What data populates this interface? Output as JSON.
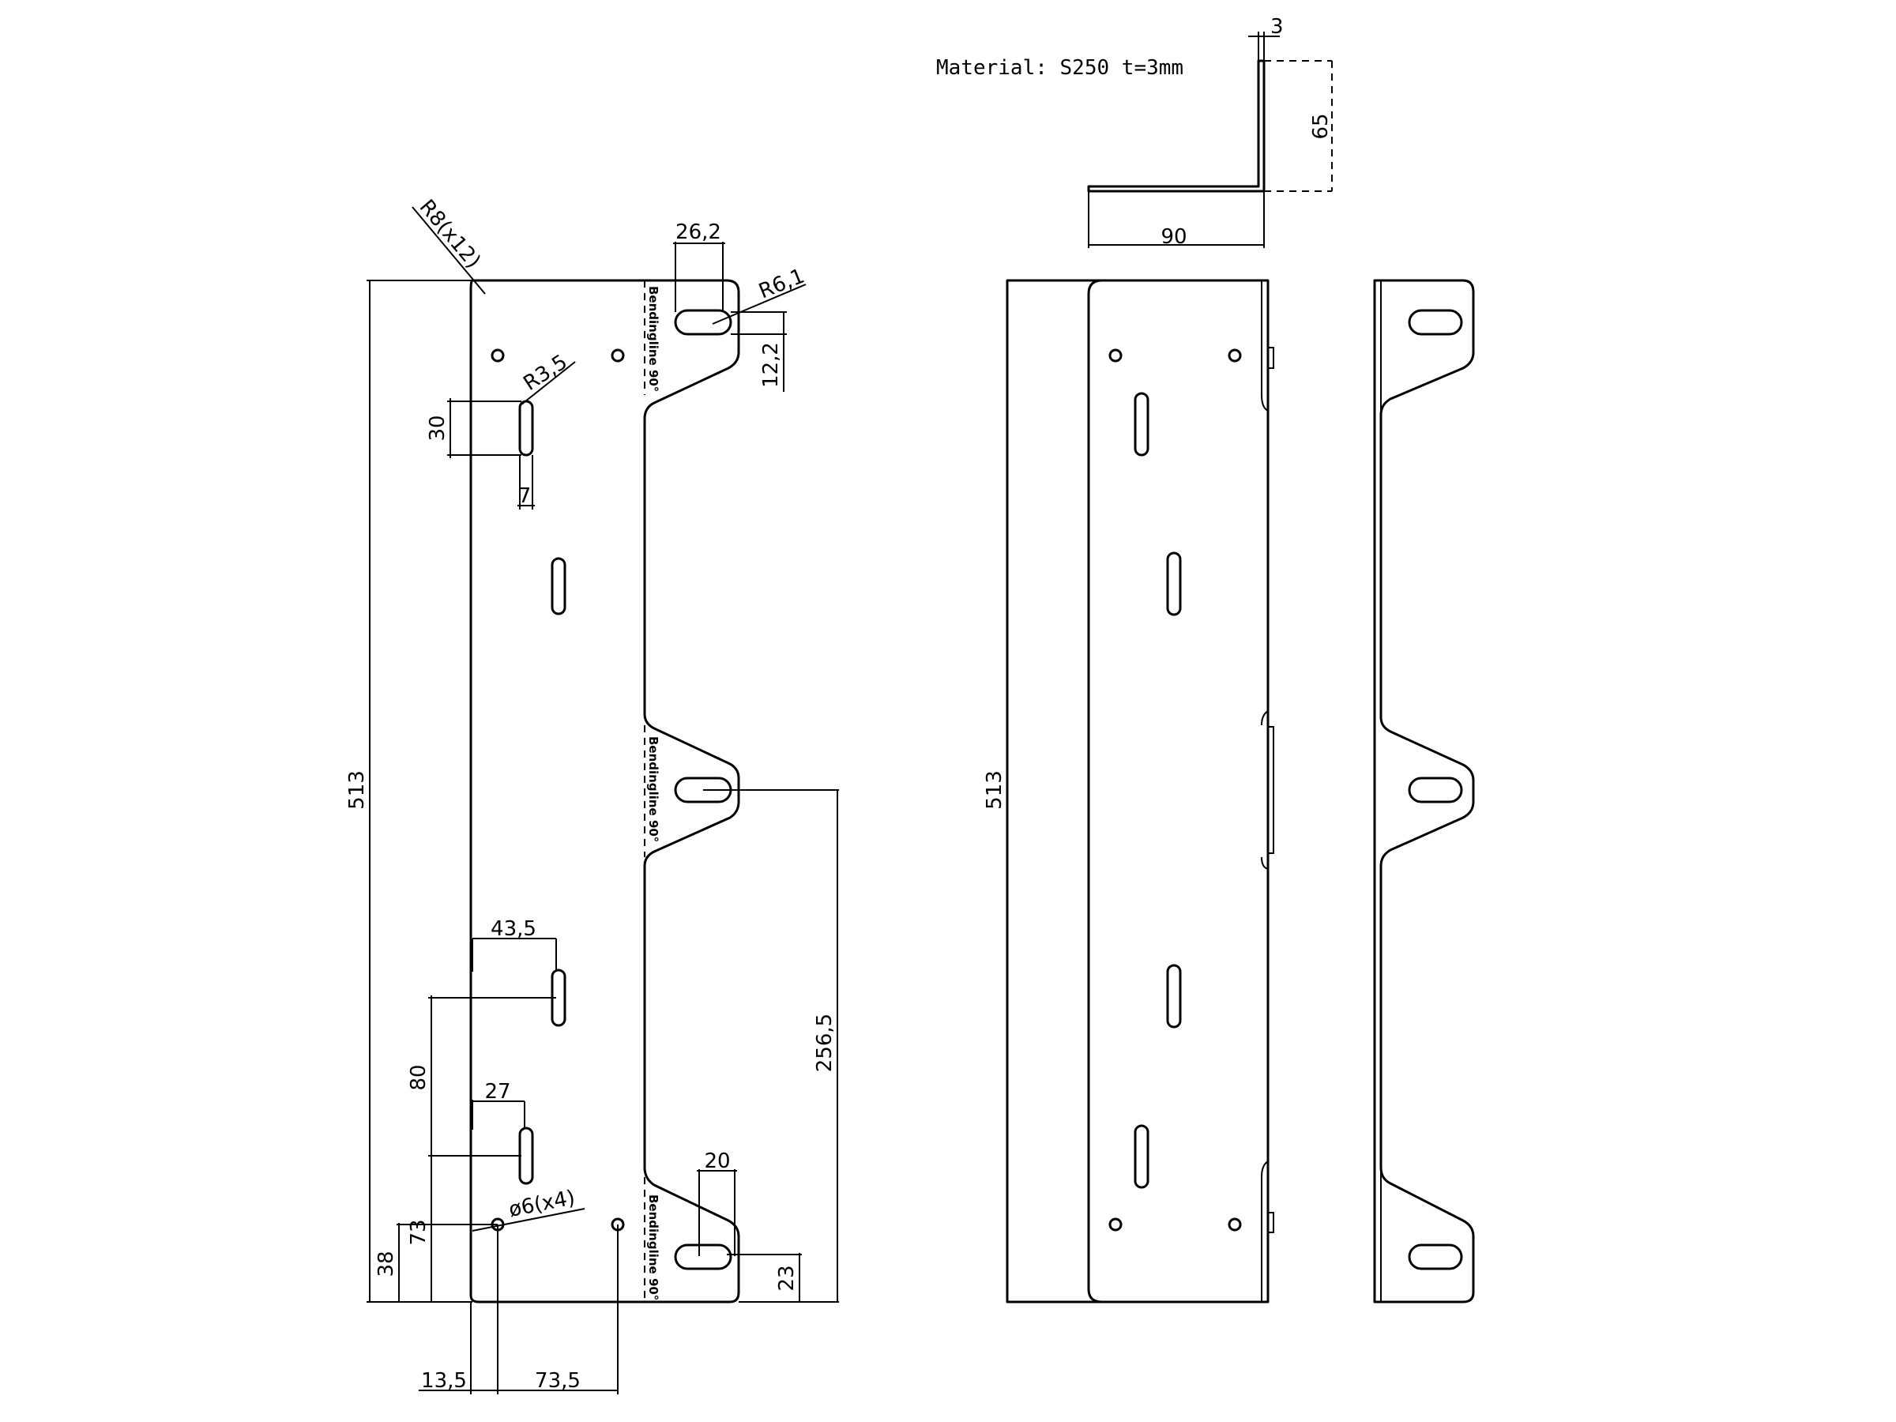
{
  "material": "Material: S250 t=3mm",
  "bending_label": "Bendingline 90°",
  "dimensions": {
    "radius_corners": "R8(x12)",
    "slot_width_top": "26,2",
    "radius_top_slot": "R6,1",
    "offset_top_slot": "12,2",
    "radius_slot": "R3,5",
    "slot_length": "30",
    "slot_width": "7",
    "total_height_flat": "513",
    "mid_hole_height": "256,5",
    "slot_offset_a": "43,5",
    "slot_spacing": "80",
    "slot_offset_b": "27",
    "hole_callout": "ø6(x4)",
    "hole_height_a": "73",
    "hole_height_b": "38",
    "bottom_slot_width": "20",
    "bottom_slot_height": "23",
    "edge_offset": "13,5",
    "hole_spacing": "73,5",
    "total_height_front": "513",
    "flange_thickness": "3",
    "flange_height": "65",
    "base_width": "90"
  }
}
